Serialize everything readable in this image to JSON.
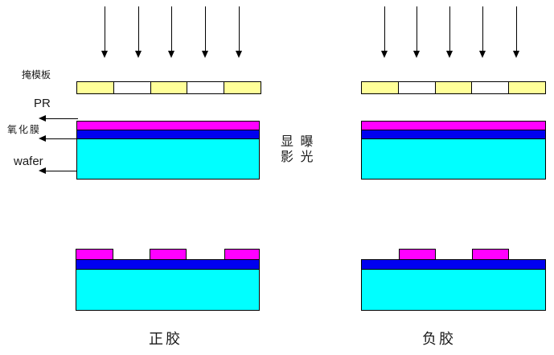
{
  "diagram": {
    "type": "photolithography-process",
    "labels": {
      "mask_plate": "掩模板",
      "photoresist": "PR",
      "oxide_film": "氧化膜",
      "wafer": "wafer",
      "process_step_line1": "显 曝",
      "process_step_line2": "影 光",
      "positive_resist": "正胶",
      "negative_resist": "负胶"
    },
    "colors": {
      "mask_opaque": "#ffff99",
      "mask_open": "#ffffff",
      "photoresist_layer": "#ff00ff",
      "oxide_layer": "#0000f0",
      "wafer_layer": "#00ffff",
      "outline": "#000000",
      "text": "#1a1a1a"
    },
    "mask_pattern": [
      "opaque",
      "open",
      "opaque",
      "open",
      "opaque"
    ],
    "light_arrows_per_side": 5,
    "positive_result_resist_blocks": 3,
    "negative_result_resist_blocks": 2
  }
}
